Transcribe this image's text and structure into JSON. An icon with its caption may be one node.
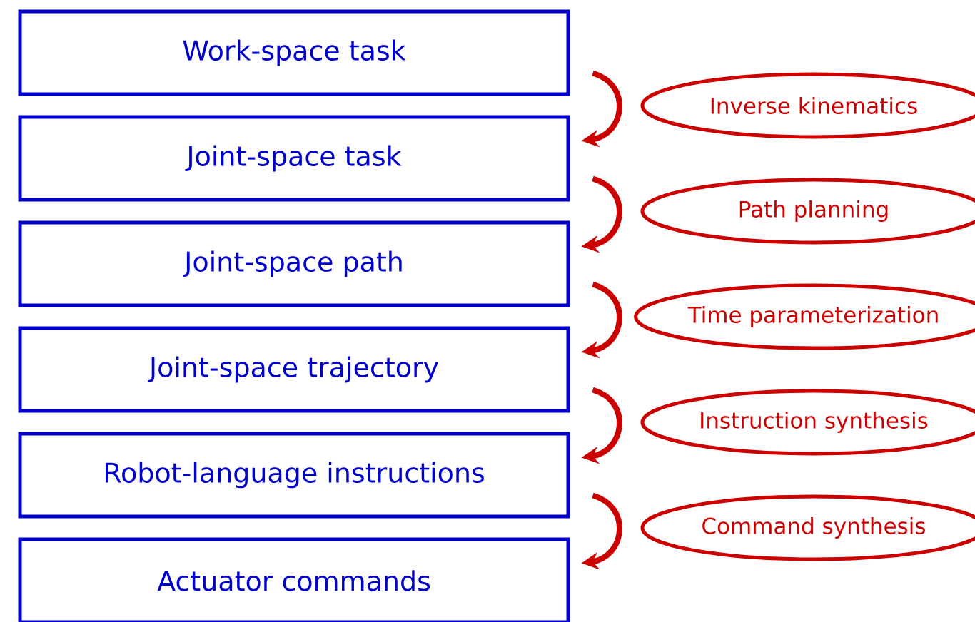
{
  "diagram": {
    "nodes": [
      {
        "text": [
          "Work-space task"
        ]
      },
      {
        "text": [
          "Joint-space task"
        ]
      },
      {
        "text": [
          "Joint-space path"
        ]
      },
      {
        "text": [
          "Joint-space trajectory"
        ]
      },
      {
        "text": [
          "Robot-language instructions"
        ]
      },
      {
        "text": [
          "Actuator commands"
        ]
      },
      {
        "text": [
          "Inverse kinematics"
        ]
      },
      {
        "text": [
          "Path planning"
        ]
      },
      {
        "text": [
          "Time parameterization"
        ]
      },
      {
        "text": [
          "Instruction synthesis"
        ]
      },
      {
        "text": [
          "Command synthesis"
        ]
      }
    ],
    "edges": [
      {
        "from": 0,
        "to": 1,
        "arrow": "to"
      },
      {
        "from": 1,
        "to": 2,
        "arrow": "to"
      },
      {
        "from": 2,
        "to": 3,
        "arrow": "to"
      },
      {
        "from": 3,
        "to": 4,
        "arrow": "to"
      },
      {
        "from": 4,
        "to": 5,
        "arrow": "to"
      }
    ]
  }
}
